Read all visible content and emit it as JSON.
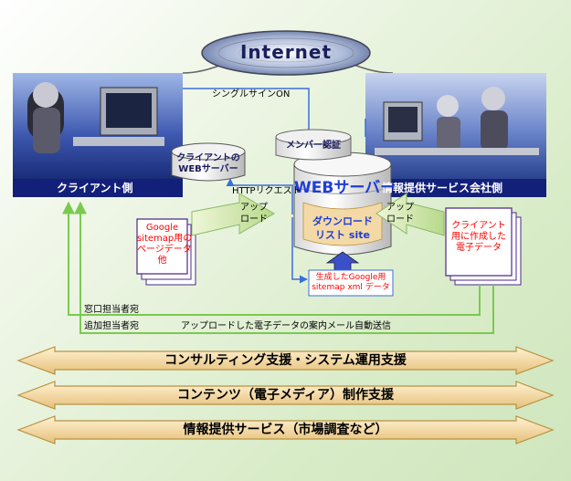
{
  "internet": {
    "label": "Internet"
  },
  "client_photo": {
    "caption": "クライアント側"
  },
  "provider_photo": {
    "caption": "情報提供サービス会社側"
  },
  "sso": {
    "label": "シングルサインON"
  },
  "client_web_server": {
    "line1": "クライアントの",
    "line2": "WEBサーバー"
  },
  "member_auth": {
    "label": "メンバー認証"
  },
  "web_server": {
    "title": "WEBサーバー",
    "sub1": "ダウンロード",
    "sub2": "リスト site"
  },
  "http_request": {
    "label": "HTTPリクエスト"
  },
  "upload_left": {
    "line1": "アップ",
    "line2": "ロード"
  },
  "upload_right": {
    "line1": "アップ",
    "line2": "ロード"
  },
  "left_doc": {
    "line1": "Google",
    "line2": "sitemap用の",
    "line3": "ページデータ",
    "line4": "他"
  },
  "right_doc": {
    "line1": "クライアント",
    "line2": "用に作成した",
    "line3": "電子データ"
  },
  "xml_box": {
    "line1": "生成したGoogle用",
    "line2": "sitemap xml データ"
  },
  "contact": {
    "label": "窓口担当者宛"
  },
  "additional": {
    "label": "追加担当者宛"
  },
  "notify": {
    "label": "アップロードした電子データの案内メール自動送信"
  },
  "bars": [
    {
      "label": "コンサルティング支援・システム運用支援"
    },
    {
      "label": "コンテンツ（電子メディア）制作支援"
    },
    {
      "label": "情報提供サービス（市場調査など）"
    }
  ],
  "colors": {
    "bar_fill": "#f3d9a6",
    "bar_edge": "#b8923f",
    "line_blue": "#3a6fd8",
    "line_green": "#7bc950",
    "doc_edge": "#4a2a8a",
    "doc_red": "#ff0000",
    "server_blue": "#1e3dd6",
    "server_gold": "#f3d9a6"
  }
}
